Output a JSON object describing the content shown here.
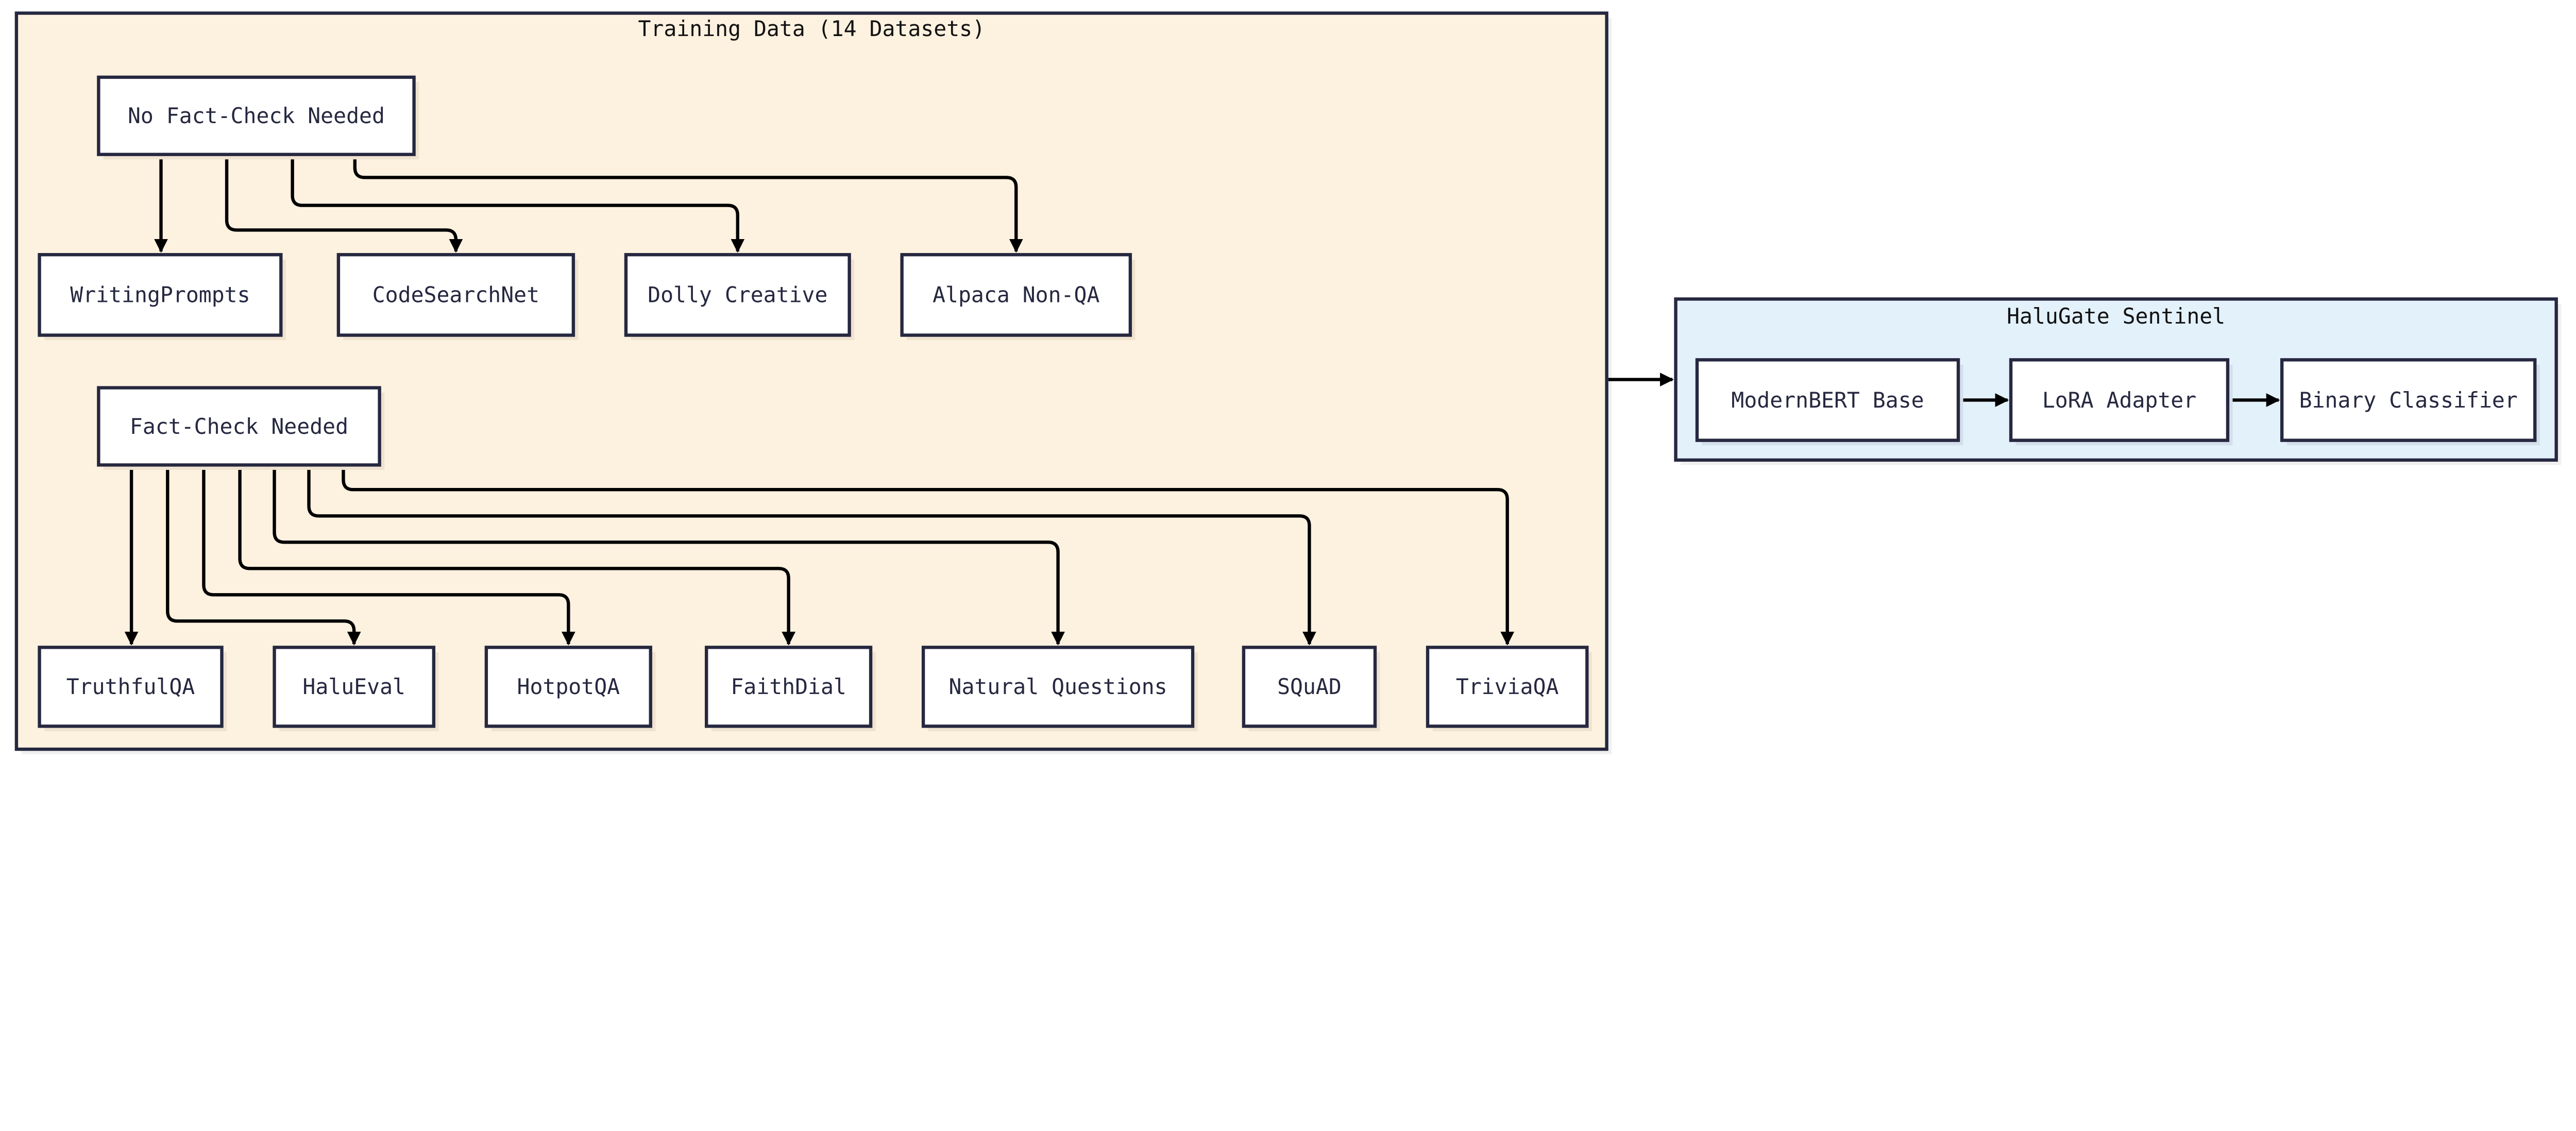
{
  "colors": {
    "stroke": "#262840",
    "training_group_fill": "#fdf1df",
    "sentinel_group_fill": "#e3f1fb",
    "node_fill": "#ffffff",
    "arrow": "#000000"
  },
  "groups": {
    "training": {
      "title": "Training Data (14 Datasets)"
    },
    "sentinel": {
      "title": "HaluGate Sentinel"
    }
  },
  "nodes": {
    "no_fact_check": "No Fact-Check Needed",
    "writingprompts": "WritingPrompts",
    "codesearchnet": "CodeSearchNet",
    "dolly": "Dolly Creative",
    "alpaca": "Alpaca Non-QA",
    "fact_check": "Fact-Check Needed",
    "truthfulqa": "TruthfulQA",
    "halueval": "HaluEval",
    "hotpotqa": "HotpotQA",
    "faithdial": "FaithDial",
    "nq": "Natural Questions",
    "squad": "SQuAD",
    "triviaqa": "TriviaQA",
    "modernbert": "ModernBERT Base",
    "lora": "LoRA Adapter",
    "binary": "Binary Classifier"
  },
  "edges": [
    [
      "no_fact_check",
      "writingprompts"
    ],
    [
      "no_fact_check",
      "codesearchnet"
    ],
    [
      "no_fact_check",
      "dolly"
    ],
    [
      "no_fact_check",
      "alpaca"
    ],
    [
      "fact_check",
      "truthfulqa"
    ],
    [
      "fact_check",
      "halueval"
    ],
    [
      "fact_check",
      "hotpotqa"
    ],
    [
      "fact_check",
      "faithdial"
    ],
    [
      "fact_check",
      "nq"
    ],
    [
      "fact_check",
      "squad"
    ],
    [
      "fact_check",
      "triviaqa"
    ],
    [
      "training",
      "sentinel"
    ],
    [
      "modernbert",
      "lora"
    ],
    [
      "lora",
      "binary"
    ]
  ]
}
